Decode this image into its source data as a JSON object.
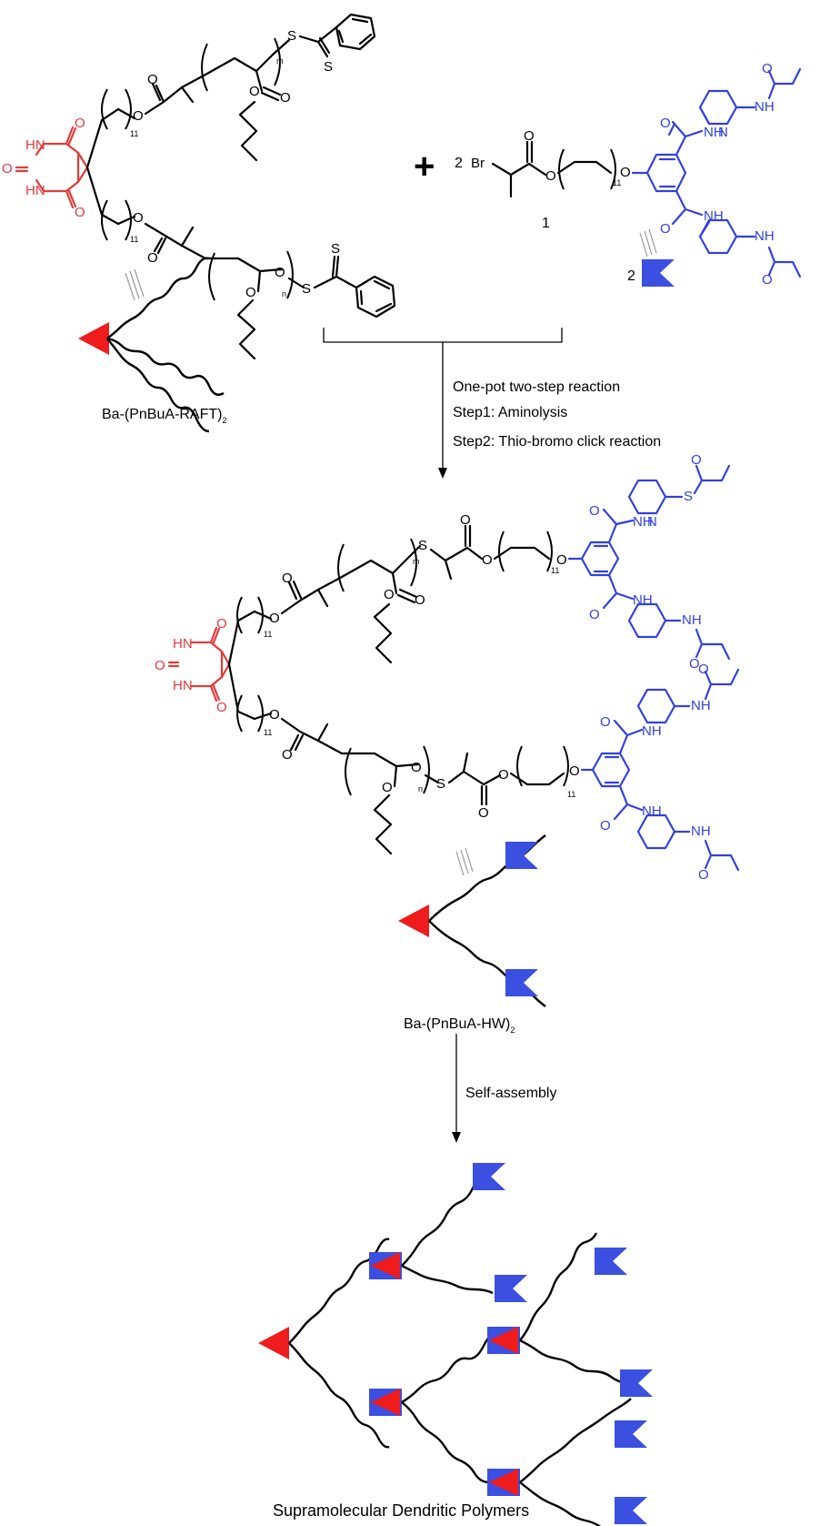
{
  "labels": {
    "reactant_polymer": "Ba-(PnBuA-RAFT)",
    "reactant_polymer_sub": "2",
    "product_polymer": "Ba-(PnBuA-HW)",
    "product_polymer_sub": "2",
    "compound_number": "1",
    "coefficient_br": "2",
    "coefficient_wedge": "2",
    "plus_sign": "+",
    "step_title": "One-pot two-step reaction",
    "step1": "Step1: Aminolysis",
    "step2": "Step2: Thio-bromo click reaction",
    "self_assembly": "Self-assembly",
    "final_title": "Supramolecular Dendritic Polymers"
  },
  "atoms": {
    "O": "O",
    "S": "S",
    "Br": "Br",
    "NH": "NH",
    "HN": "HN",
    "N": "N",
    "sub_11": "11",
    "sub_m": "m",
    "sub_n": "n"
  },
  "colors": {
    "barbiturate": "#e23a3a",
    "hamilton_wedge": "#3040e0",
    "triangle_fill": "#ee1c1c",
    "wedge_fill": "#3b4fe0",
    "bond": "#000000"
  }
}
